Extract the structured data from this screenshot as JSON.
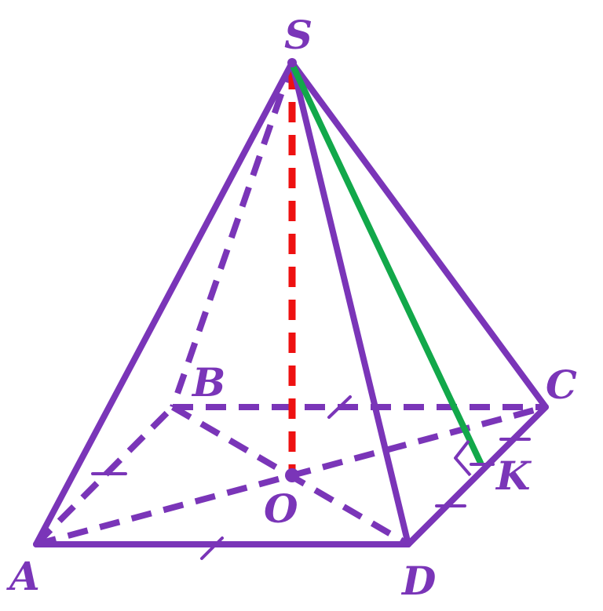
{
  "colors": {
    "edge": "#7a35b8",
    "height": "#ee1111",
    "apothem": "#12a84a",
    "background": "#ffffff"
  },
  "labels": {
    "S": "S",
    "A": "A",
    "B": "B",
    "C": "C",
    "D": "D",
    "O": "O",
    "K": "K"
  }
}
